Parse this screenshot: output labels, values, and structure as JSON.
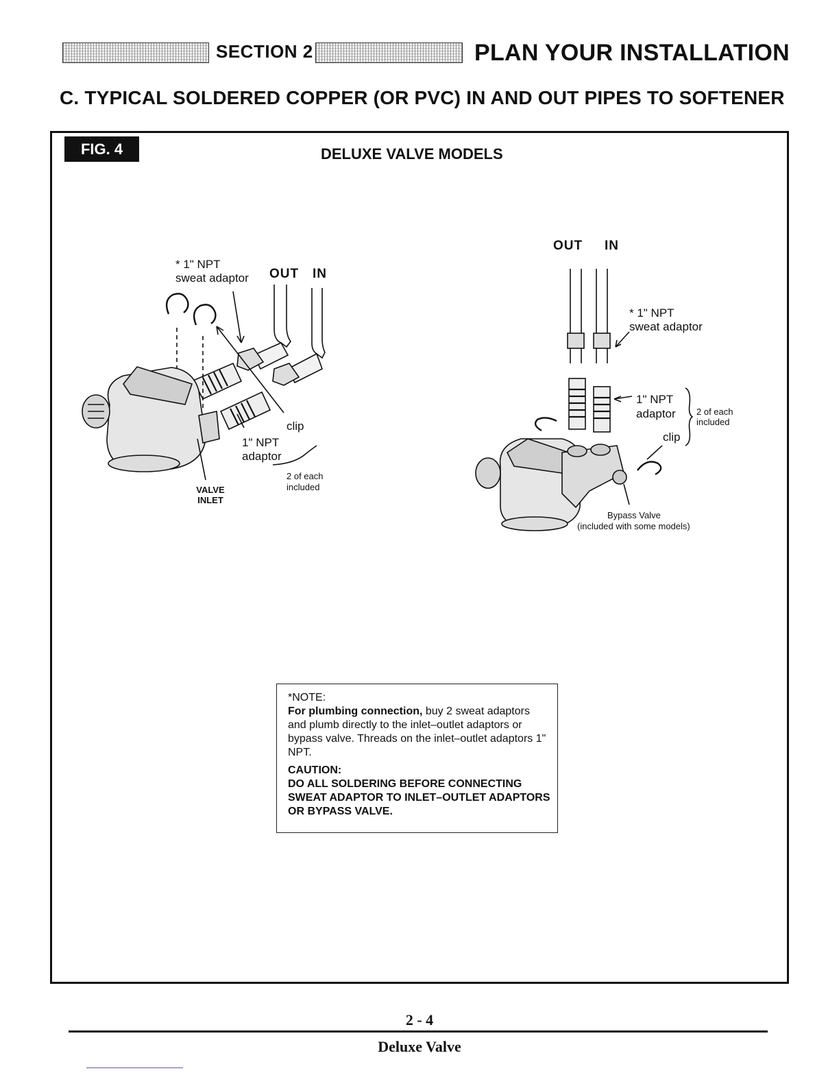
{
  "header": {
    "section": "SECTION 2",
    "title": "PLAN YOUR INSTALLATION"
  },
  "subheading": "C. TYPICAL SOLDERED COPPER (OR PVC) IN AND OUT PIPES TO SOFTENER",
  "figure": {
    "tag": "FIG. 4",
    "title": "DELUXE VALVE MODELS",
    "left": {
      "sweat_adaptor_1": "* 1\" NPT",
      "sweat_adaptor_2": "sweat adaptor",
      "out": "OUT",
      "in": "IN",
      "clip": "clip",
      "npt_adaptor_1": "1\" NPT",
      "npt_adaptor_2": "adaptor",
      "each_1": "2 of each",
      "each_2": "included",
      "valve_inlet_1": "VALVE",
      "valve_inlet_2": "INLET"
    },
    "right": {
      "out": "OUT",
      "in": "IN",
      "sweat_adaptor_1": "* 1\" NPT",
      "sweat_adaptor_2": "sweat adaptor",
      "npt_adaptor_1": "1\" NPT",
      "npt_adaptor_2": "adaptor",
      "clip": "clip",
      "each_1": "2 of each",
      "each_2": "included",
      "bypass_1": "Bypass Valve",
      "bypass_2": "(included with some models)"
    }
  },
  "note": {
    "heading": "*NOTE:",
    "bold_lead": "For plumbing connection,",
    "body": " buy 2 sweat adaptors and plumb directly to the inlet–outlet adaptors or bypass valve. Threads on the inlet–outlet adaptors 1\" NPT.",
    "caution_heading": "CAUTION:",
    "caution_body": "DO ALL SOLDERING BEFORE CONNECTING SWEAT ADAPTOR TO INLET–OUTLET ADAPTORS OR BYPASS VALVE."
  },
  "footer": {
    "page": "2 - 4",
    "name": "Deluxe Valve"
  }
}
